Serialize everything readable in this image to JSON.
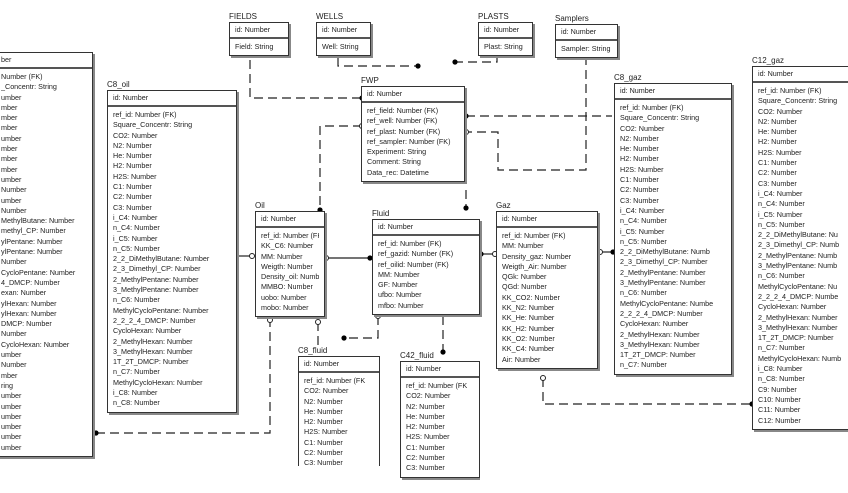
{
  "entities": {
    "left": {
      "title": "",
      "pk": "ber",
      "attrs": [
        "Number (FK)",
        "_Concentr: String",
        "umber",
        "mber",
        "mber",
        "mber",
        "umber",
        "mber",
        "mber",
        "mber",
        "umber",
        "Number",
        "umber",
        "Number",
        "MethylButane: Number",
        "methyl_CP: Number",
        "ylPentane: Number",
        "ylPentane: Number",
        "Number",
        "CycloPentane: Number",
        "4_DMCP: Number",
        "exan: Number",
        "ylHexan: Number",
        "ylHexan: Number",
        "DMCP: Number",
        "Number",
        "CycloHexan: Number",
        "umber",
        "Number",
        "mber",
        "ring",
        "umber",
        "umber",
        "umber",
        "umber",
        "umber",
        "umber"
      ]
    },
    "c8_oil": {
      "title": "C8_oil",
      "pk": "id: Number",
      "attrs": [
        "ref_id: Number (FK)",
        "Square_Concentr: String",
        "CO2: Number",
        "N2: Number",
        "He: Number",
        "H2: Number",
        "H2S: Number",
        "C1: Number",
        "C2: Number",
        "C3: Number",
        "i_C4: Number",
        "n_C4: Number",
        "i_C5: Number",
        "n_C5: Number",
        "2_2_DiMethylButane: Number",
        "2_3_Dimethyl_CP: Number",
        "2_MethylPentane: Number",
        "3_MethylPentane: Number",
        "n_C6: Number",
        "MethylCycloPentane: Number",
        "2_2_2_4_DMCP: Number",
        "CycloHexan: Number",
        "2_MethylHexan: Number",
        "3_MethylHexan: Number",
        "1T_2T_DMCP: Number",
        "n_C7: Number",
        "MethylCycloHexan: Number",
        "i_C8: Number",
        "n_C8: Number"
      ]
    },
    "fields": {
      "title": "FIELDS",
      "pk": "id: Number",
      "attrs": [
        "Field: String"
      ]
    },
    "wells": {
      "title": "WELLS",
      "pk": "id: Number",
      "attrs": [
        "Well: String"
      ]
    },
    "plasts": {
      "title": "PLASTS",
      "pk": "id: Number",
      "attrs": [
        "Plast: String"
      ]
    },
    "samplers": {
      "title": "Samplers",
      "pk": "id: Number",
      "attrs": [
        "Sampler: String"
      ]
    },
    "fwp": {
      "title": "FWP",
      "pk": "id: Number",
      "attrs": [
        "ref_field: Number (FK)",
        "ref_well: Number (FK)",
        "ref_plast: Number (FK)",
        "ref_sampler: Number (FK)",
        "Experiment: String",
        "Comment: String",
        "Data_rec: Datetime"
      ]
    },
    "oil": {
      "title": "Oil",
      "pk": "id: Number",
      "attrs": [
        "ref_id: Number (FK)",
        "KK_C6: Number",
        "MM: Number",
        "Weigth: Number",
        "Density_oil: Number",
        "MMBO: Number",
        "uobo: Number",
        "mobo: Number"
      ]
    },
    "fluid": {
      "title": "Fluid",
      "pk": "id: Number",
      "attrs": [
        "ref_id: Number (FK)",
        "ref_gazid: Number (FK)",
        "ref_oilid: Number (FK)",
        "MM: Number",
        "GF: Number",
        "ufbo: Number",
        "mfbo: Number"
      ]
    },
    "gaz": {
      "title": "Gaz",
      "pk": "id: Number",
      "attrs": [
        "ref_id: Number (FK)",
        "MM: Number",
        "Density_gaz: Number",
        "Weigth_Air: Number",
        "QGk: Number",
        "QGd: Number",
        "KK_CO2: Number",
        "KK_N2: Number",
        "KK_He: Number",
        "KK_H2: Number",
        "KK_O2: Number",
        "KK_C4: Number",
        "Air: Number"
      ]
    },
    "c8_gaz": {
      "title": "C8_gaz",
      "pk": "id: Number",
      "attrs": [
        "ref_id: Number (FK)",
        "Square_Concentr: String",
        "CO2: Number",
        "N2: Number",
        "He: Number",
        "H2: Number",
        "H2S: Number",
        "C1: Number",
        "C2: Number",
        "C3: Number",
        "i_C4: Number",
        "n_C4: Number",
        "i_C5: Number",
        "n_C5: Number",
        "2_2_DiMethylButane: Numb",
        "2_3_Dimethyl_CP: Number",
        "2_MethylPentane: Number",
        "3_MethylPentane: Number",
        "n_C6: Number",
        "MethylCycloPentane: Numbe",
        "2_2_2_4_DMCP: Number",
        "CycloHexan: Number",
        "2_MethylHexan: Number",
        "3_MethylHexan: Number",
        "1T_2T_DMCP: Number",
        "n_C7: Number"
      ]
    },
    "c12_gaz": {
      "title": "C12_gaz",
      "pk": "id: Number",
      "attrs": [
        "ref_id: Number (FK)",
        "Square_Concentr: String",
        "CO2: Number",
        "N2: Number",
        "He: Number",
        "H2: Number",
        "H2S: Number",
        "C1: Number",
        "C2: Number",
        "C3: Number",
        "i_C4: Number",
        "n_C4: Number",
        "i_C5: Number",
        "n_C5: Number",
        "2_2_DiMethylButane: Nu",
        "2_3_Dimethyl_CP: Numb",
        "2_MethylPentane: Numb",
        "3_MethylPentane: Numb",
        "n_C6: Number",
        "MethylCycloPentane: Nu",
        "2_2_2_4_DMCP: Numbe",
        "CycloHexan: Number",
        "2_MethylHexan: Number",
        "3_MethylHexan: Number",
        "1T_2T_DMCP: Number",
        "n_C7: Number",
        "MethylCycloHexan: Numb",
        "i_C8: Number",
        "n_C8: Number",
        "C9: Number",
        "C10: Number",
        "C11: Number",
        "C12: Number"
      ]
    },
    "c8_fluid": {
      "title": "C8_fluid",
      "pk": "id: Number",
      "attrs": [
        "ref_id: Number (FK",
        "CO2: Number",
        "N2: Number",
        "He: Number",
        "H2: Number",
        "H2S: Number",
        "C1: Number",
        "C2: Number",
        "C3: Number"
      ]
    },
    "c42_fluid": {
      "title": "C42_fluid",
      "pk": "id: Number",
      "attrs": [
        "ref_id: Number (FK",
        "CO2: Number",
        "N2: Number",
        "He: Number",
        "H2: Number",
        "H2S: Number",
        "C1: Number",
        "C2: Number",
        "C3: Number"
      ]
    }
  }
}
